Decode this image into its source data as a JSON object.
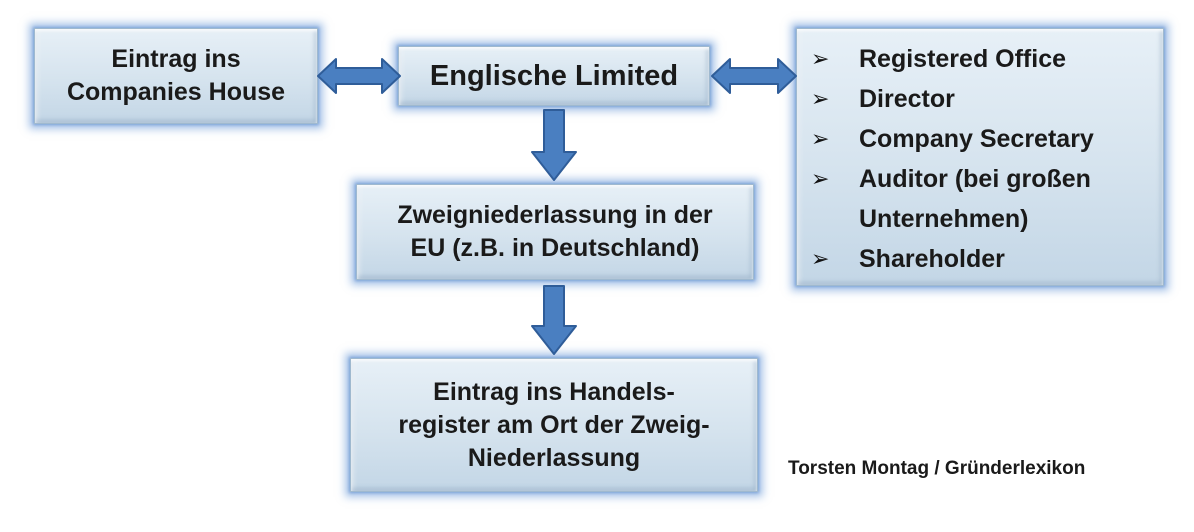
{
  "boxes": {
    "companies_house": {
      "lines": [
        "Eintrag ins",
        "Companies House"
      ]
    },
    "englische_limited": {
      "lines": [
        "Englische Limited"
      ]
    },
    "zweigniederlassung": {
      "lines": [
        "Zweigniederlassung in der",
        "EU (z.B. in Deutschland)"
      ]
    },
    "handelsregister": {
      "lines": [
        "Eintrag ins Handels-",
        "register am Ort der Zweig-",
        "Niederlassung"
      ]
    },
    "roles": {
      "bullet": "➢",
      "items": [
        {
          "lines": [
            "Registered Office"
          ]
        },
        {
          "lines": [
            "Director"
          ]
        },
        {
          "lines": [
            "Company Secretary"
          ]
        },
        {
          "lines": [
            "Auditor (bei großen",
            "Unternehmen)"
          ]
        },
        {
          "lines": [
            "Shareholder"
          ]
        }
      ]
    }
  },
  "credit": "Torsten Montag / Gründerlexikon",
  "colors": {
    "arrow_fill": "#4a7fc1",
    "arrow_stroke": "#2f5d99",
    "glow": "#6496d7"
  }
}
